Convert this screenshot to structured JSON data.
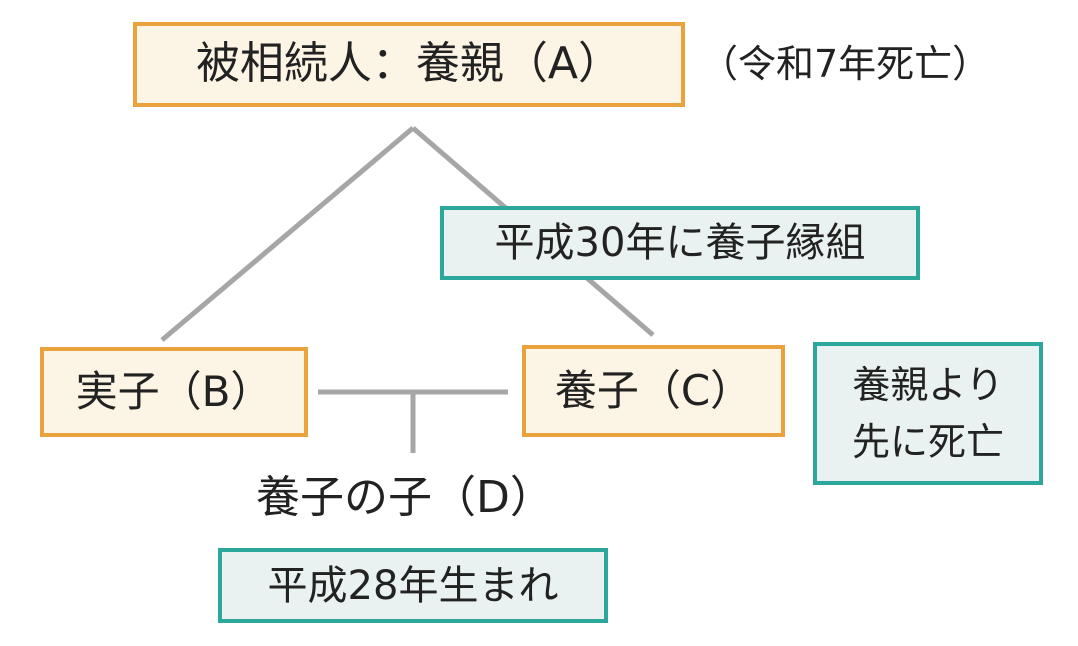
{
  "diagram": {
    "name": "adoption-inheritance-family-tree",
    "colors": {
      "background": "#FFFFFF",
      "orange_border": "#E9A23C",
      "orange_fill": "#FCF4E4",
      "teal_border": "#2BA89B",
      "teal_fill": "#E9F2F0",
      "line_gray": "#A6A6A6",
      "text": "#222222"
    },
    "nodes": {
      "decedent": {
        "label": "被相続人：養親（A）"
      },
      "decedent_note": {
        "label": "（令和7年死亡）"
      },
      "adoption_note": {
        "label": "平成30年に養子縁組"
      },
      "child_b": {
        "label": "実子（B）"
      },
      "child_c": {
        "label": "養子（C）"
      },
      "predeceased_note": {
        "line1": "養親より",
        "line2": "先に死亡"
      },
      "grandchild_d": {
        "label": "養子の子（D）"
      },
      "birth_note": {
        "label": "平成28年生まれ"
      }
    },
    "edges": [
      {
        "type": "parent-child",
        "from": "decedent",
        "to": "child_b"
      },
      {
        "type": "parent-child",
        "from": "decedent",
        "to": "child_c"
      },
      {
        "type": "union",
        "between": [
          "child_b",
          "child_c"
        ]
      },
      {
        "type": "parent-child",
        "from": "union",
        "to": "grandchild_d"
      }
    ]
  }
}
